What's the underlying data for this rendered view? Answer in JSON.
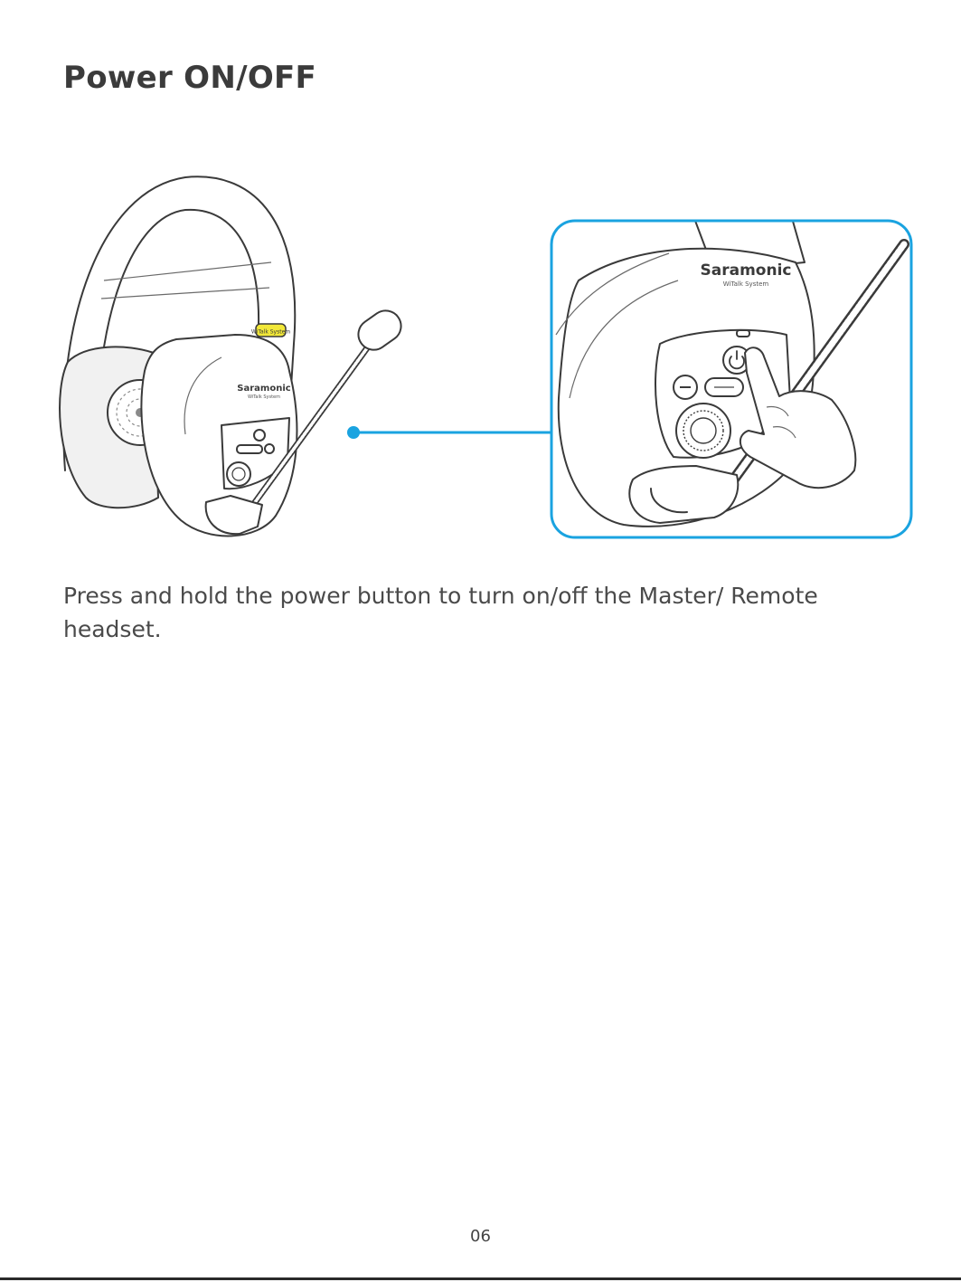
{
  "page": {
    "title": "Power ON/OFF",
    "instruction": "Press and hold the power button to turn on/off the Master/ Remote headset.",
    "page_number": "06"
  },
  "figure": {
    "brand": "Saramonic",
    "subbrand": "WiTalk System",
    "highlight_color": "#1aa3e0",
    "tag_color": "#f2e838"
  }
}
